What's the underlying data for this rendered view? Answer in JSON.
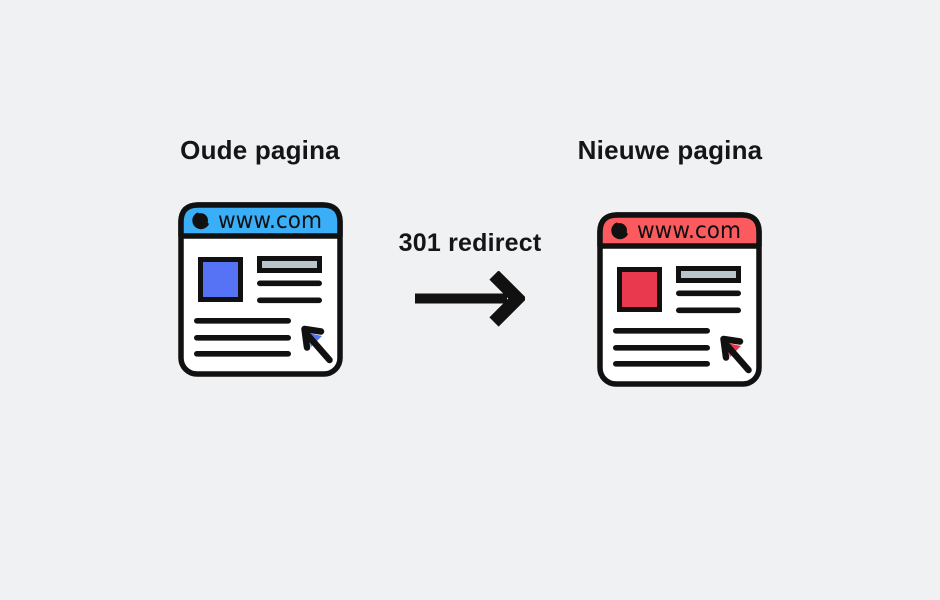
{
  "background_color": "#F0F1F3",
  "old_page": {
    "title": "Oude pagina",
    "browser": {
      "url": "www.com",
      "header_color": "#3AAFF8",
      "accent_color": "#5573F4",
      "placeholder_color": "#B9C4CB",
      "outline_color": "#111111"
    }
  },
  "redirect": {
    "label": "301 redirect",
    "arrow_color": "#111111"
  },
  "new_page": {
    "title": "Nieuwe pagina",
    "browser": {
      "url": "www.com",
      "header_color": "#FB5A5F",
      "accent_color": "#E9394E",
      "placeholder_color": "#B9C4CB",
      "outline_color": "#111111"
    }
  },
  "icons": {
    "reload": "circular-reload-glyph",
    "cursor": "arrow-up-left-cursor",
    "redirect_arrow": "arrow-right"
  }
}
